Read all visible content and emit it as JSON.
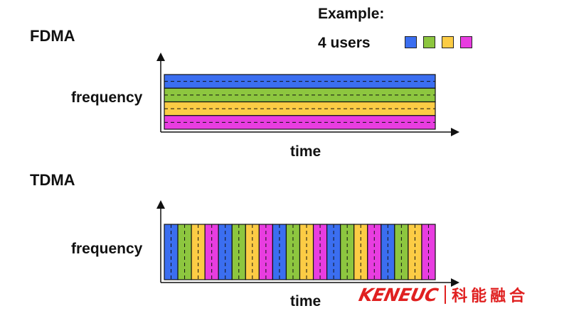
{
  "example": {
    "title": "Example:",
    "users_label": "4 users"
  },
  "users": [
    {
      "color": "#3b6ef0"
    },
    {
      "color": "#8dc63f"
    },
    {
      "color": "#fccc45"
    },
    {
      "color": "#e83de0"
    }
  ],
  "fdma": {
    "title": "FDMA",
    "ylabel": "frequency",
    "xlabel": "time",
    "bands": 4
  },
  "tdma": {
    "title": "TDMA",
    "ylabel": "frequency",
    "xlabel": "time",
    "slots": 20,
    "slot_color_order": [
      0,
      1,
      2,
      3
    ]
  },
  "logo": {
    "word": "KENEUC",
    "cn": "科能融合"
  }
}
